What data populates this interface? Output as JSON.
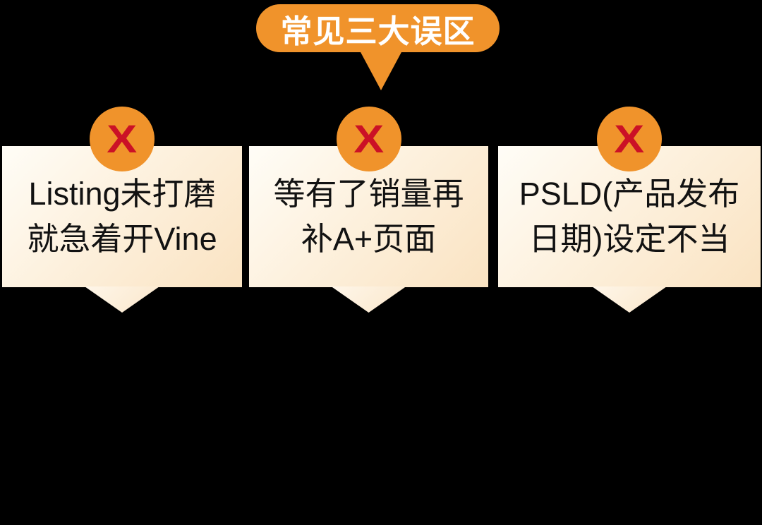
{
  "banner": {
    "label": "常见三大误区"
  },
  "cards": [
    {
      "line1": "Listing未打磨",
      "line2": "就急着开Vine"
    },
    {
      "line1": "等有了销量再",
      "line2": "补A+页面"
    },
    {
      "line1": "PSLD(产品发布",
      "line2": "日期)设定不当"
    }
  ],
  "icons": {
    "x_mark": "X"
  },
  "colors": {
    "accent_orange": "#F0932B",
    "x_red": "#CB1126",
    "card_gradient_start": "#FFFDF7",
    "card_gradient_end": "#FAE3C2",
    "background": "#000000",
    "text": "#121212"
  }
}
